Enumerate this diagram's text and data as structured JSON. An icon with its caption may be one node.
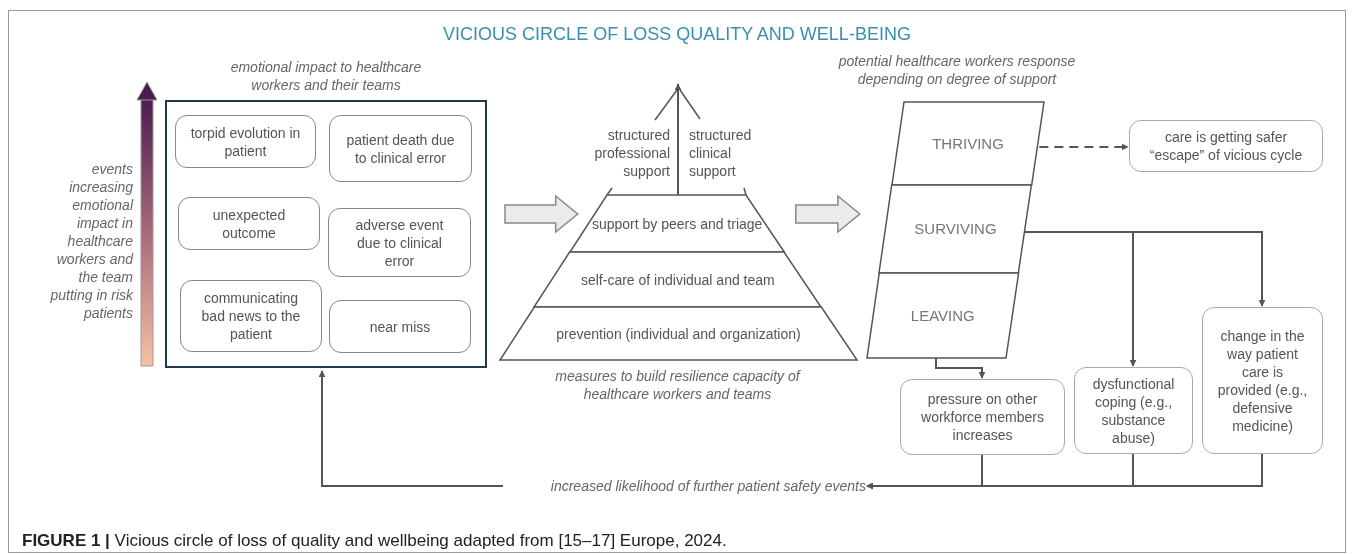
{
  "diagram": {
    "title": "VICIOUS CIRCLE OF LOSS QUALITY AND WELL-BEING",
    "caption": "**FIGURE 1 |** Vicious circle of loss of quality and wellbeing adapted from [15–17] Europe, 2024.",
    "nodes": [
      {
        "text": [
          "emotional impact to healthcare workers and their teams"
        ]
      },
      {
        "text": [
          "torpid evolution in patient"
        ],
        "in": 0
      },
      {
        "text": [
          "patient death due to clinical error"
        ],
        "in": 0
      },
      {
        "text": [
          "unexpected outcome"
        ],
        "in": 0
      },
      {
        "text": [
          "adverse event due to clinical error"
        ],
        "in": 0
      },
      {
        "text": [
          "communicating bad news to the patient"
        ],
        "in": 0
      },
      {
        "text": [
          "near miss"
        ],
        "in": 0
      },
      {
        "text": [
          "measures to build resilience capacity of healthcare workers and teams"
        ]
      },
      {
        "text": [
          "structured professional support",
          "structured clinical support"
        ],
        "in": 7
      },
      {
        "text": [
          "support by peers and triage"
        ],
        "in": 7
      },
      {
        "text": [
          "self-care of individual and team"
        ],
        "in": 7
      },
      {
        "text": [
          "prevention (individual and organization)"
        ],
        "in": 7
      },
      {
        "text": [
          "potential healthcare workers response depending on degree of support"
        ]
      },
      {
        "text": [
          "THRIVING"
        ],
        "in": 12
      },
      {
        "text": [
          "SURVIVING"
        ],
        "in": 12
      },
      {
        "text": [
          "LEAVING"
        ],
        "in": 12
      },
      {
        "text": [
          "care is getting safer “escape” of vicious cycle"
        ]
      },
      {
        "text": [
          "pressure on other workforce members increases"
        ]
      },
      {
        "text": [
          "dysfunctional coping (e.g., substance abuse)"
        ]
      },
      {
        "text": [
          "change in the way patient care is provided (e.g., defensive medicine)"
        ]
      },
      {
        "text": [
          "increased likelihood of further patient safety events"
        ]
      }
    ],
    "edges": [
      {
        "from": 0,
        "to": 9,
        "arrow": "to",
        "style": "thick"
      },
      {
        "from": 9,
        "to": 12,
        "arrow": "to",
        "style": "thick"
      },
      {
        "from": 13,
        "to": 16,
        "arrow": "to",
        "style": "dashed"
      },
      {
        "from": 14,
        "to": 18,
        "arrow": "to"
      },
      {
        "from": 14,
        "to": 19,
        "arrow": "to"
      },
      {
        "from": 15,
        "to": 17,
        "arrow": "to"
      },
      {
        "from": 17,
        "to": 20,
        "arrow": "to"
      },
      {
        "from": 18,
        "to": 20,
        "arrow": "to"
      },
      {
        "from": 19,
        "to": 20,
        "arrow": "to"
      },
      {
        "from": 20,
        "to": 0,
        "arrow": "to"
      },
      {
        "from": 8,
        "to": null,
        "arrow": "to"
      }
    ],
    "labels": [
      "events increasing emotional impact in healthcare workers and the team putting in risk patients"
    ]
  }
}
